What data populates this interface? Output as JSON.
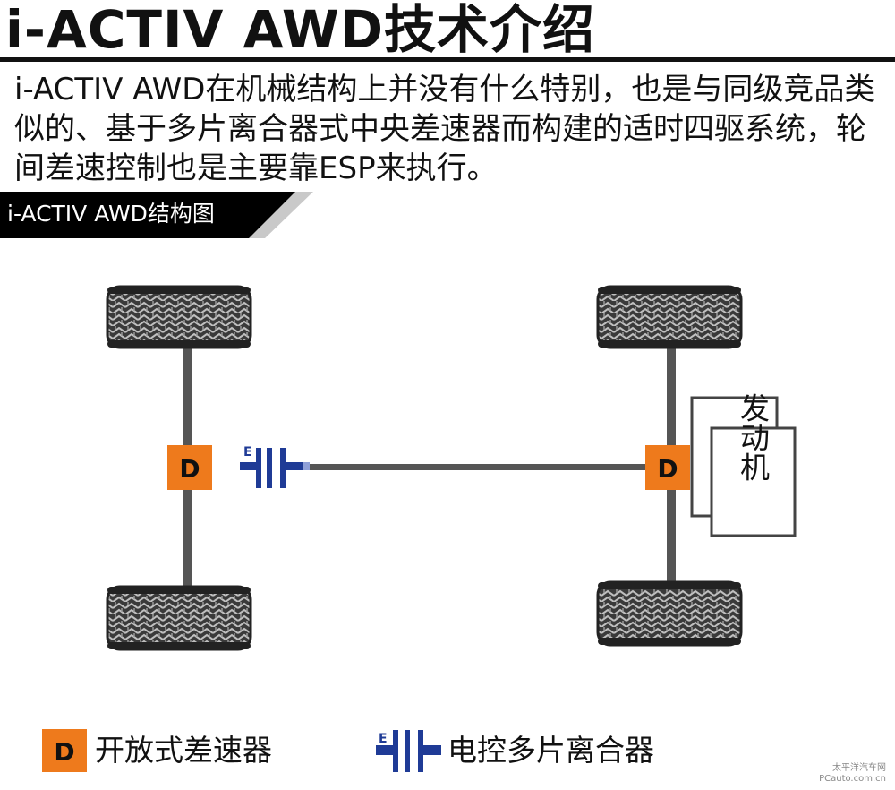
{
  "title": "i-ACTIV AWD技术介绍",
  "intro_text": "i-ACTIV AWD在机械结构上并没有什么特别，也是与同级竞品类似的、基于多片离合器式中央差速器而构建的适时四驱系统，轮间差速控制也是主要靠ESP来执行。",
  "diagram_label": "i-ACTIV AWD结构图",
  "differential_symbol": "D",
  "clutch_symbol_letter": "E",
  "engine_label": "发动机",
  "legend": [
    {
      "symbol": "D",
      "label": "开放式差速器"
    },
    {
      "symbol": "E",
      "label": "电控多片离合器"
    }
  ],
  "watermark": {
    "line1": "太平洋汽车网",
    "line2": "PCauto.com.cn"
  },
  "colors": {
    "differential": "#ee7a1c",
    "clutch": "#1f3b96",
    "clutch_light": "#8fa0d8",
    "axle": "#555555",
    "tire": "#2a2a2a"
  },
  "icons": [
    "tire-icon",
    "differential-icon",
    "clutch-icon",
    "engine-box-icon"
  ]
}
